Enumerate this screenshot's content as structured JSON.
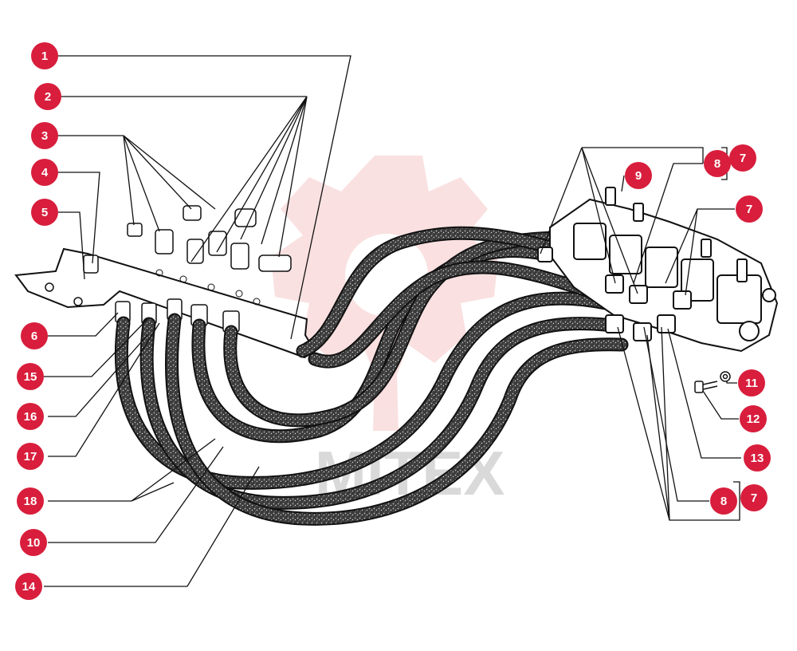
{
  "watermark": {
    "text": "MITEX",
    "gear_color": "#f6c8c8",
    "text_color": "#d9d9d9"
  },
  "callout_color": "#d81e3c",
  "callout_text_color": "#ffffff",
  "callouts": {
    "c1": "1",
    "c2": "2",
    "c3": "3",
    "c4": "4",
    "c5": "5",
    "c6": "6",
    "c15": "15",
    "c16": "16",
    "c17": "17",
    "c18": "18",
    "c10": "10",
    "c14": "14",
    "c9": "9",
    "c8a": "8",
    "c7a": "7",
    "c7b": "7",
    "c11": "11",
    "c12": "12",
    "c13": "13",
    "c8b": "8",
    "c7c": "7"
  }
}
